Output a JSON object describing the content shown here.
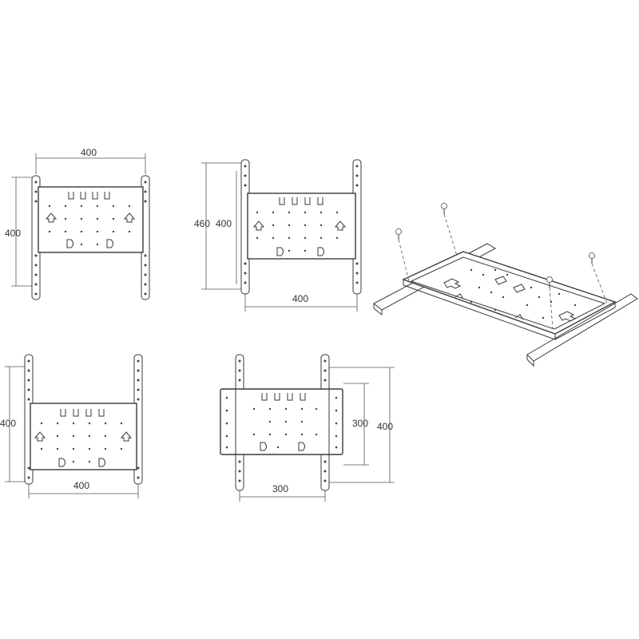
{
  "figures": [
    {
      "name": "front-view-1",
      "dims": [
        "400",
        "400"
      ]
    },
    {
      "name": "front-view-2",
      "dims": [
        "460",
        "400",
        "400"
      ]
    },
    {
      "name": "isometric-view",
      "dims": []
    },
    {
      "name": "front-view-3",
      "dims": [
        "400",
        "400"
      ]
    },
    {
      "name": "front-view-4",
      "dims": [
        "300",
        "400",
        "300"
      ]
    }
  ],
  "labels": {
    "fig1_top": "400",
    "fig1_left": "400",
    "fig2_outer": "460",
    "fig2_inner": "400",
    "fig2_bottom": "400",
    "fig3_left": "400",
    "fig3_bottom": "400",
    "fig4_inner": "300",
    "fig4_outer": "400",
    "fig4_bottom": "300"
  }
}
